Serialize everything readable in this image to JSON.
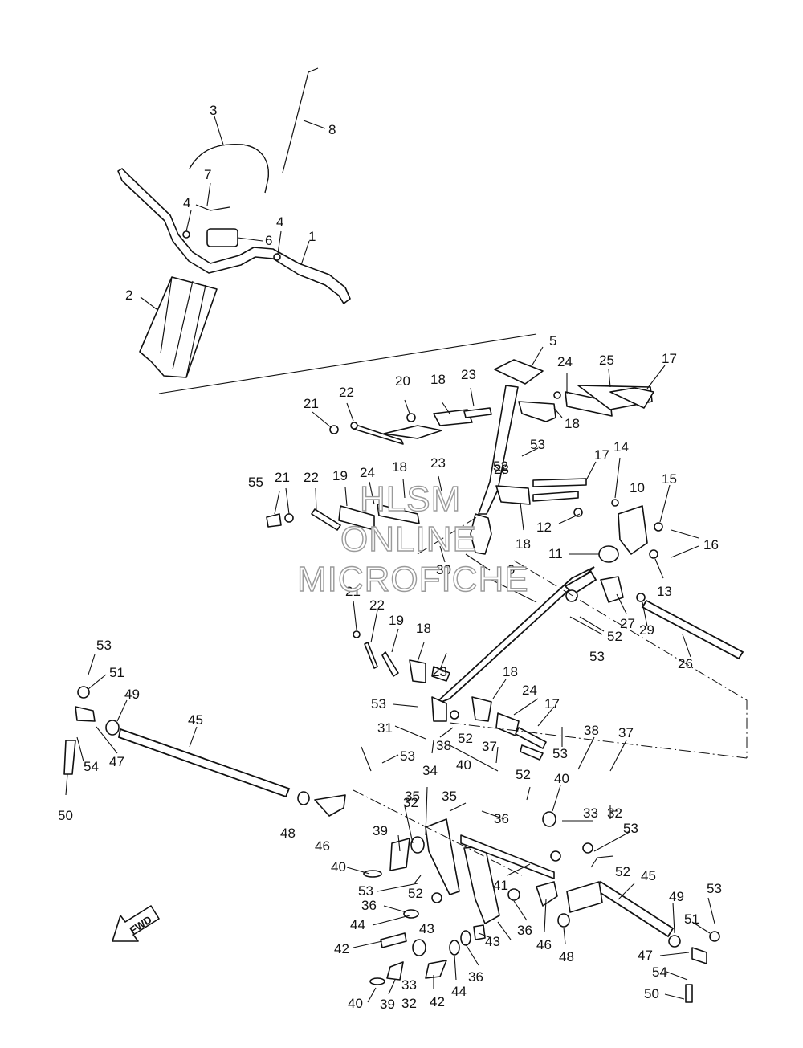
{
  "watermark": {
    "line1": "HLSM",
    "line2": "ONLINE",
    "line3": "MICROFICHE"
  },
  "fwd_label": "FWD",
  "callouts": [
    {
      "id": "c1",
      "text": "1"
    },
    {
      "id": "c2",
      "text": "2"
    },
    {
      "id": "c3",
      "text": "3"
    },
    {
      "id": "c4a",
      "text": "4"
    },
    {
      "id": "c4b",
      "text": "4"
    },
    {
      "id": "c5",
      "text": "5"
    },
    {
      "id": "c6",
      "text": "6"
    },
    {
      "id": "c7",
      "text": "7"
    },
    {
      "id": "c8",
      "text": "8"
    },
    {
      "id": "c9",
      "text": "9"
    },
    {
      "id": "c10",
      "text": "10"
    },
    {
      "id": "c11",
      "text": "11"
    },
    {
      "id": "c12",
      "text": "12"
    },
    {
      "id": "c13",
      "text": "13"
    },
    {
      "id": "c14",
      "text": "14"
    },
    {
      "id": "c15",
      "text": "15"
    },
    {
      "id": "c16",
      "text": "16"
    },
    {
      "id": "c17a",
      "text": "17"
    },
    {
      "id": "c17b",
      "text": "17"
    },
    {
      "id": "c17c",
      "text": "17"
    },
    {
      "id": "c18a",
      "text": "18"
    },
    {
      "id": "c18b",
      "text": "18"
    },
    {
      "id": "c18c",
      "text": "18"
    },
    {
      "id": "c18d",
      "text": "18"
    },
    {
      "id": "c18e",
      "text": "18"
    },
    {
      "id": "c18f",
      "text": "18"
    },
    {
      "id": "c19a",
      "text": "19"
    },
    {
      "id": "c19b",
      "text": "19"
    },
    {
      "id": "c20",
      "text": "20"
    },
    {
      "id": "c21a",
      "text": "21"
    },
    {
      "id": "c21b",
      "text": "21"
    },
    {
      "id": "c21c",
      "text": "21"
    },
    {
      "id": "c22a",
      "text": "22"
    },
    {
      "id": "c22b",
      "text": "22"
    },
    {
      "id": "c22c",
      "text": "22"
    },
    {
      "id": "c23a",
      "text": "23"
    },
    {
      "id": "c23b",
      "text": "23"
    },
    {
      "id": "c23c",
      "text": "23"
    },
    {
      "id": "c24a",
      "text": "24"
    },
    {
      "id": "c24b",
      "text": "24"
    },
    {
      "id": "c24c",
      "text": "24"
    },
    {
      "id": "c25",
      "text": "25"
    },
    {
      "id": "c26",
      "text": "26"
    },
    {
      "id": "c27",
      "text": "27"
    },
    {
      "id": "c28",
      "text": "28"
    },
    {
      "id": "c29",
      "text": "29"
    },
    {
      "id": "c30",
      "text": "30"
    },
    {
      "id": "c31",
      "text": "31"
    },
    {
      "id": "c32a",
      "text": "32"
    },
    {
      "id": "c32b",
      "text": "32"
    },
    {
      "id": "c32c",
      "text": "32"
    },
    {
      "id": "c33a",
      "text": "33"
    },
    {
      "id": "c33b",
      "text": "33"
    },
    {
      "id": "c34",
      "text": "34"
    },
    {
      "id": "c35a",
      "text": "35"
    },
    {
      "id": "c35b",
      "text": "35"
    },
    {
      "id": "c36a",
      "text": "36"
    },
    {
      "id": "c36b",
      "text": "36"
    },
    {
      "id": "c36c",
      "text": "36"
    },
    {
      "id": "c36d",
      "text": "36"
    },
    {
      "id": "c37a",
      "text": "37"
    },
    {
      "id": "c37b",
      "text": "37"
    },
    {
      "id": "c38a",
      "text": "38"
    },
    {
      "id": "c38b",
      "text": "38"
    },
    {
      "id": "c39a",
      "text": "39"
    },
    {
      "id": "c39b",
      "text": "39"
    },
    {
      "id": "c40a",
      "text": "40"
    },
    {
      "id": "c40b",
      "text": "40"
    },
    {
      "id": "c40c",
      "text": "40"
    },
    {
      "id": "c40d",
      "text": "40"
    },
    {
      "id": "c41",
      "text": "41"
    },
    {
      "id": "c42a",
      "text": "42"
    },
    {
      "id": "c42b",
      "text": "42"
    },
    {
      "id": "c43a",
      "text": "43"
    },
    {
      "id": "c43b",
      "text": "43"
    },
    {
      "id": "c44a",
      "text": "44"
    },
    {
      "id": "c44b",
      "text": "44"
    },
    {
      "id": "c45a",
      "text": "45"
    },
    {
      "id": "c45b",
      "text": "45"
    },
    {
      "id": "c46a",
      "text": "46"
    },
    {
      "id": "c46b",
      "text": "46"
    },
    {
      "id": "c47a",
      "text": "47"
    },
    {
      "id": "c47b",
      "text": "47"
    },
    {
      "id": "c48a",
      "text": "48"
    },
    {
      "id": "c48b",
      "text": "48"
    },
    {
      "id": "c49a",
      "text": "49"
    },
    {
      "id": "c49b",
      "text": "49"
    },
    {
      "id": "c50a",
      "text": "50"
    },
    {
      "id": "c50b",
      "text": "50"
    },
    {
      "id": "c51a",
      "text": "51"
    },
    {
      "id": "c51b",
      "text": "51"
    },
    {
      "id": "c52a",
      "text": "52"
    },
    {
      "id": "c52b",
      "text": "52"
    },
    {
      "id": "c52c",
      "text": "52"
    },
    {
      "id": "c52d",
      "text": "52"
    },
    {
      "id": "c52e",
      "text": "52"
    },
    {
      "id": "c52f",
      "text": "52"
    },
    {
      "id": "c53a",
      "text": "53"
    },
    {
      "id": "c53b",
      "text": "53"
    },
    {
      "id": "c53c",
      "text": "53"
    },
    {
      "id": "c53d",
      "text": "53"
    },
    {
      "id": "c53e",
      "text": "53"
    },
    {
      "id": "c53f",
      "text": "53"
    },
    {
      "id": "c53g",
      "text": "53"
    },
    {
      "id": "c53h",
      "text": "53"
    },
    {
      "id": "c53i",
      "text": "53"
    },
    {
      "id": "c54a",
      "text": "54"
    },
    {
      "id": "c54b",
      "text": "54"
    },
    {
      "id": "c55",
      "text": "55"
    }
  ]
}
